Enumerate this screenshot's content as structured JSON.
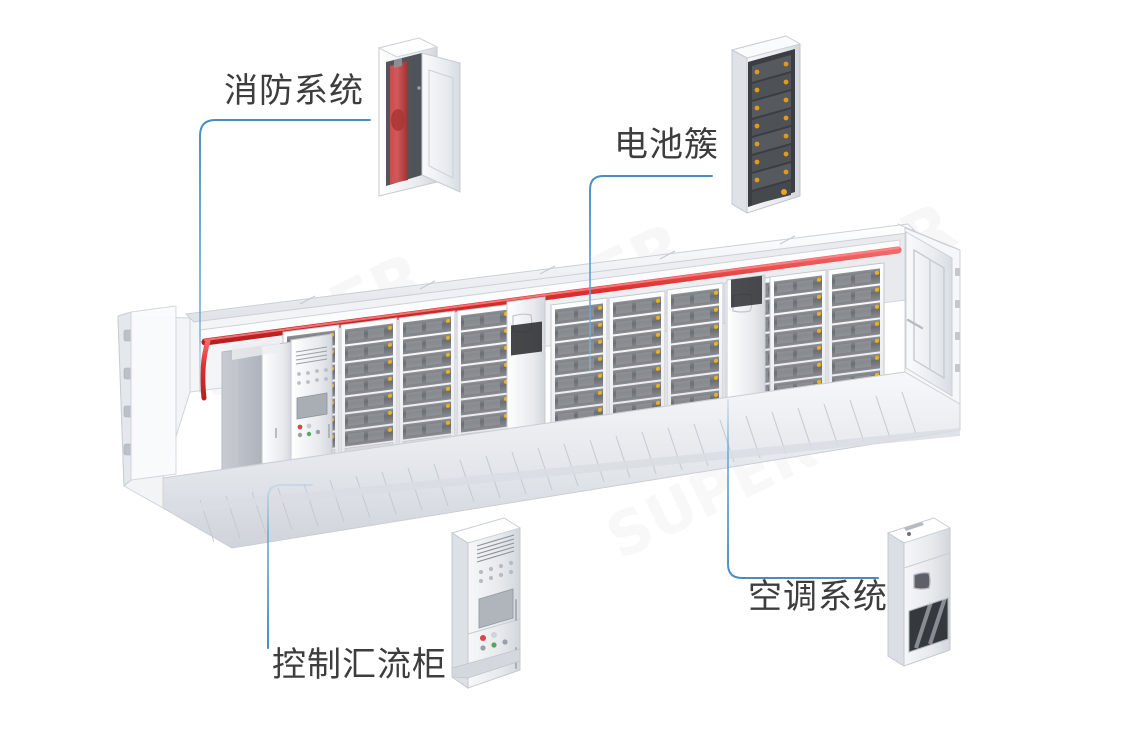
{
  "scene": {
    "title": "Containerized Battery Energy Storage System Cutaway Diagram",
    "background_color": "#ffffff",
    "label_color": "#3d3d3d",
    "callout_line_color": "#4a8cc0",
    "fire_pipe_color": "#e03a3a",
    "container_body_color": "#eef0f3",
    "battery_module_color": "#6e7074",
    "terminal_color": "#e8b21c"
  },
  "callouts": [
    {
      "id": "fire-system",
      "label": "消防系统",
      "icon": "fire-suppression-cabinet-icon",
      "target": "fire suppression cabinet inside container left end"
    },
    {
      "id": "battery-cluster",
      "label": "电池簇",
      "icon": "battery-rack-icon",
      "target": "battery rack column inside container"
    },
    {
      "id": "control-combiner-cabinet",
      "label": "控制汇流柜",
      "icon": "control-cabinet-icon",
      "target": "control combiner cabinet inside container left end"
    },
    {
      "id": "air-conditioning-system",
      "label": "空调系统",
      "icon": "air-conditioner-icon",
      "target": "air conditioner unit mid-container"
    }
  ],
  "equipment_images": [
    {
      "id": "fire-cabinet",
      "name": "fire-suppression-cabinet",
      "description": "White cabinet with open door, red cylindrical extinguishing agent tank inside"
    },
    {
      "id": "battery-rack",
      "name": "battery-cluster-rack",
      "description": "Tall white frame rack with 8 stacked dark battery modules and orange terminals"
    },
    {
      "id": "control-cabinet",
      "name": "control-combiner-cabinet",
      "description": "White floor cabinet with top louvers, indicator lamps, LCD display and buttons"
    },
    {
      "id": "hvac-unit",
      "name": "air-conditioner-unit",
      "description": "White wall-mounted industrial air conditioner with display window and lower grille"
    }
  ],
  "container": {
    "name": "energy-storage-container",
    "rack_groups": [
      {
        "id": "left-group",
        "rack_count": 4,
        "modules_per_rack": 7
      },
      {
        "id": "right-group",
        "rack_count": 4,
        "modules_per_rack": 7
      }
    ],
    "interior_equipment": [
      "fire-suppression-cabinet",
      "control-combiner-cabinet",
      "air-conditioner-unit",
      "fire-pipe-manifold",
      "floor-mounting-rails"
    ],
    "door": "rear swing door, open"
  },
  "watermark": {
    "text": "SUPER",
    "color": "#f0f0f0"
  }
}
